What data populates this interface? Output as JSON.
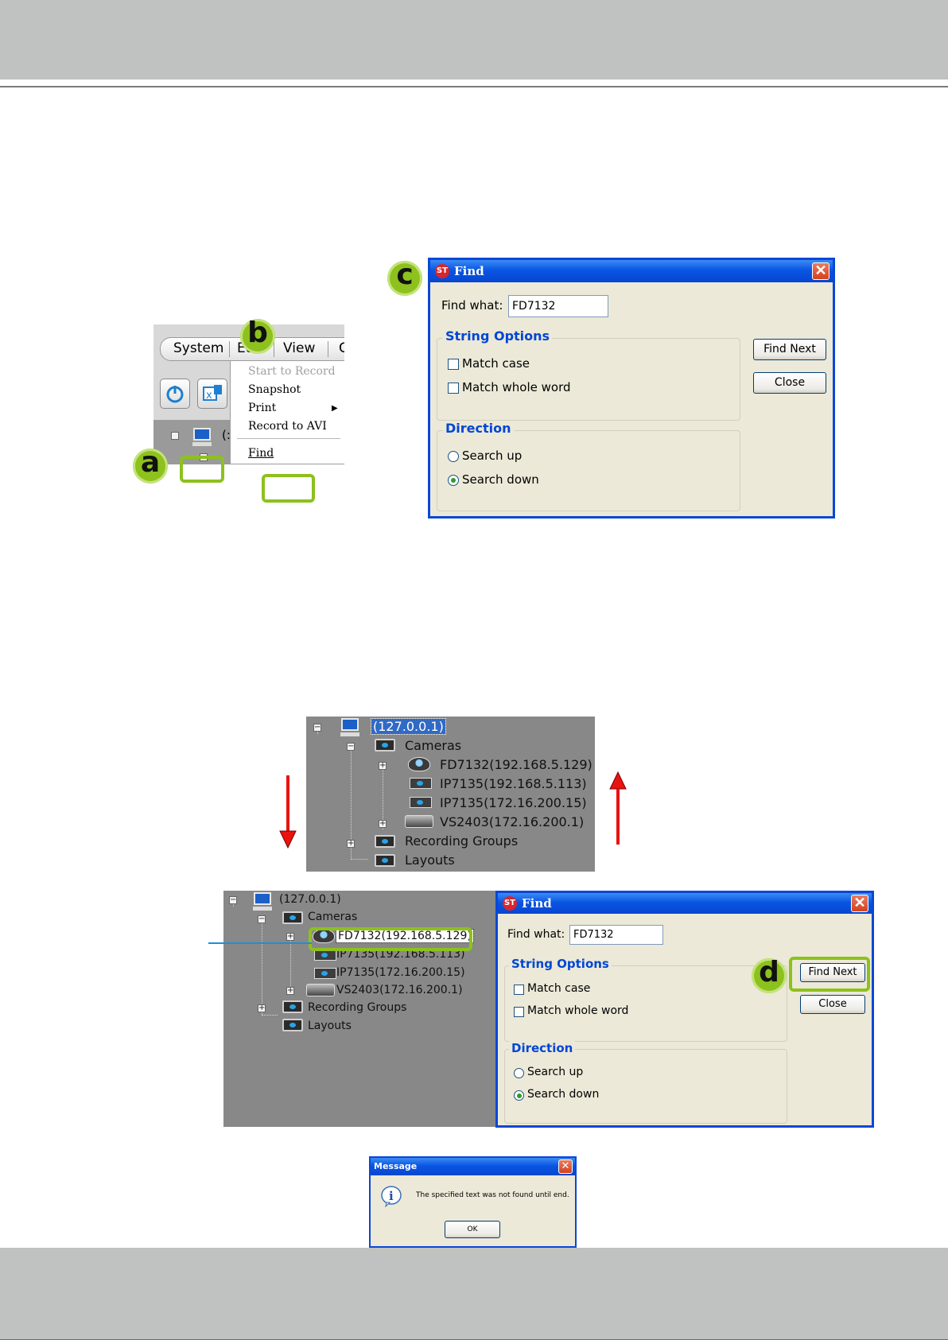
{
  "callouts": {
    "a": "a",
    "b": "b",
    "c": "c",
    "d": "d"
  },
  "menu": {
    "items": [
      "System",
      "Edit",
      "View",
      "C"
    ],
    "dropdown": [
      "Start to Record",
      "Snapshot",
      "Print",
      "Record to AVI",
      "Find"
    ],
    "tree_partial_label": "(:"
  },
  "find_dialog_1": {
    "title": "Find",
    "find_what_label": "Find what:",
    "find_what_value": "FD7132",
    "string_options_legend": "String Options",
    "match_case_label": "Match case",
    "match_whole_word_label": "Match whole word",
    "direction_legend": "Direction",
    "search_up_label": "Search up",
    "search_down_label": "Search down",
    "find_next_label": "Find Next",
    "close_label": "Close",
    "selected_direction": "Search down"
  },
  "tree_1": {
    "root": "(127.0.0.1)",
    "cameras": "Cameras",
    "items": [
      "FD7132(192.168.5.129)",
      "IP7135(192.168.5.113)",
      "IP7135(172.16.200.15)",
      "VS2403(172.16.200.1)"
    ],
    "recording_groups": "Recording Groups",
    "layouts": "Layouts"
  },
  "tree_2": {
    "root": "(127.0.0.1)",
    "cameras": "Cameras",
    "items": [
      "FD7132(192.168.5.129)",
      "IP7135(192.168.5.113)",
      "IP7135(172.16.200.15)",
      "VS2403(172.16.200.1)"
    ],
    "recording_groups": "Recording Groups",
    "layouts": "Layouts"
  },
  "find_dialog_2": {
    "title": "Find",
    "find_what_label": "Find what:",
    "find_what_value": "FD7132",
    "string_options_legend": "String Options",
    "match_case_label": "Match case",
    "match_whole_word_label": "Match whole word",
    "direction_legend": "Direction",
    "search_up_label": "Search up",
    "search_down_label": "Search down",
    "find_next_label": "Find Next",
    "close_label": "Close",
    "selected_direction": "Search down"
  },
  "message_box": {
    "title": "Message",
    "text": "The specified text was not found until end.",
    "ok_label": "OK"
  },
  "colors": {
    "callout_green": "#8dc11d",
    "arrow_red": "#e8130f",
    "leader_blue": "#1e8fd6",
    "xp_title_blue": "#0a55e3",
    "band_gray": "#c0c1c1"
  }
}
